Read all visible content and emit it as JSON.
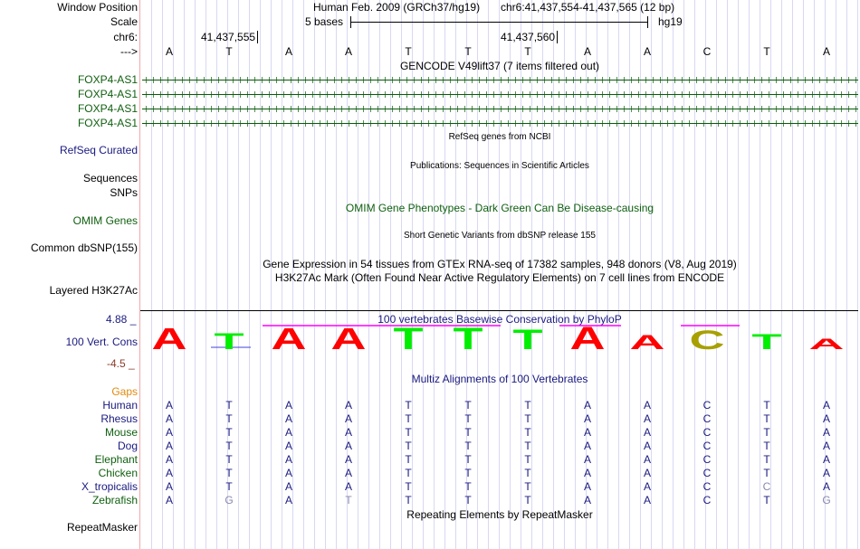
{
  "header": {
    "window_label": "Window Position",
    "assembly": "Human Feb. 2009 (GRCh37/hg19)",
    "position": "chr6:41,437,554-41,437,565 (12 bp)",
    "scale_label": "Scale",
    "scale_text": "5 bases",
    "scale_db": "hg19",
    "chrom_label": "chr6:",
    "tick1": "41,437,555",
    "tick2": "41,437,560",
    "strand_label": "--->"
  },
  "bases": [
    "A",
    "T",
    "A",
    "A",
    "T",
    "T",
    "T",
    "A",
    "A",
    "C",
    "T",
    "A"
  ],
  "gencode": {
    "title": "GENCODE V49lift37 (7 items filtered out)",
    "genes": [
      "FOXP4-AS1",
      "FOXP4-AS1",
      "FOXP4-AS1",
      "FOXP4-AS1"
    ]
  },
  "tracks": {
    "refseq_title": "RefSeq genes from NCBI",
    "refseq_label": "RefSeq Curated",
    "pubs_title": "Publications: Sequences in Scientific Articles",
    "sequences_label": "Sequences",
    "snps_label": "SNPs",
    "omim_title": "OMIM Gene Phenotypes - Dark Green Can Be Disease-causing",
    "omim_label": "OMIM Genes",
    "dbsnp_title": "Short Genetic Variants from dbSNP release 155",
    "dbsnp_label": "Common dbSNP(155)",
    "gtex_title": "Gene Expression in 54 tissues from GTEx RNA-seq of 17382 samples, 948 donors (V8, Aug 2019)",
    "h3k27_title": "H3K27Ac Mark (Often Found Near Active Regulatory Elements) on 7 cell lines from ENCODE",
    "h3k27_label": "Layered H3K27Ac"
  },
  "cons": {
    "title": "100 vertebrates Basewise Conservation by PhyloP",
    "label": "100 Vert. Cons",
    "max": "4.88 _",
    "min": "-4.5 _",
    "scores": [
      4.5,
      3.4,
      4.5,
      4.5,
      4.6,
      4.6,
      4.3,
      4.8,
      3.0,
      4.0,
      3.3,
      2.2
    ],
    "colors": {
      "A": "#ff0000",
      "T": "#00ee00",
      "C": "#a8a000"
    }
  },
  "multiz": {
    "title": "Multiz Alignments of 100 Vertebrates",
    "gaps_label": "Gaps",
    "species": [
      {
        "name": "Human",
        "color": "navy",
        "seq": "ATAATTTAACTA"
      },
      {
        "name": "Rhesus",
        "color": "navy",
        "seq": "ATAATTTAACTA"
      },
      {
        "name": "Mouse",
        "color": "green",
        "seq": "ATAATTTAACTA"
      },
      {
        "name": "Dog",
        "color": "navy",
        "seq": "ATAATTTAACTA"
      },
      {
        "name": "Elephant",
        "color": "green",
        "seq": "ATAATTTAACTA"
      },
      {
        "name": "Chicken",
        "color": "green",
        "seq": "ATAATTTAACTA"
      },
      {
        "name": "X_tropicalis",
        "color": "navy",
        "seq": "ATAATTTAACCA"
      },
      {
        "name": "Zebrafish",
        "color": "green",
        "seq": "AGATTTTAACTG"
      }
    ]
  },
  "repeat": {
    "title": "Repeating Elements by RepeatMasker",
    "label": "RepeatMasker"
  }
}
